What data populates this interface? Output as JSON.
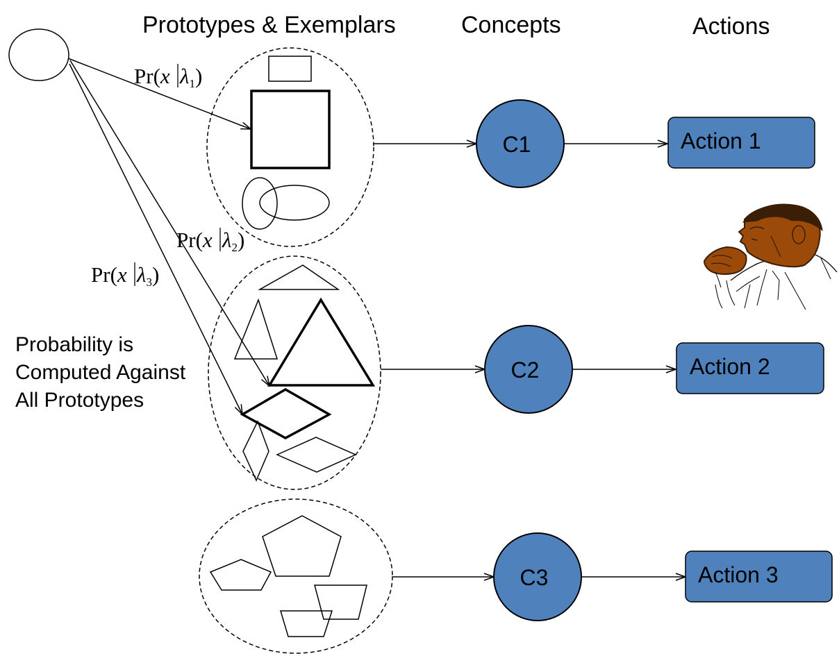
{
  "headers": {
    "prototypes": "Prototypes & Exemplars",
    "concepts": "Concepts",
    "actions": "Actions"
  },
  "probabilities": [
    {
      "prefix": "Pr(",
      "var": "x",
      "lambda": "λ",
      "sub": "1",
      "close": ")"
    },
    {
      "prefix": "Pr(",
      "var": "x",
      "lambda": "λ",
      "sub": "2",
      "close": ")"
    },
    {
      "prefix": "Pr(",
      "var": "x",
      "lambda": "λ",
      "sub": "3",
      "close": ")"
    }
  ],
  "note": {
    "line1": "Probability is",
    "line2": "Computed Against",
    "line3": "All Prototypes"
  },
  "concepts": [
    {
      "label": "C1"
    },
    {
      "label": "C2"
    },
    {
      "label": "C3"
    }
  ],
  "actions": [
    {
      "label": "Action 1"
    },
    {
      "label": "Action 2"
    },
    {
      "label": "Action 3"
    }
  ],
  "colors": {
    "node_fill": "#4F81BD",
    "node_stroke": "#000000",
    "skin": "#9B4A0A",
    "hair": "#3A1E06"
  },
  "icons": {
    "input": "input-ellipse",
    "thinker": "thinking-person-clipart"
  }
}
